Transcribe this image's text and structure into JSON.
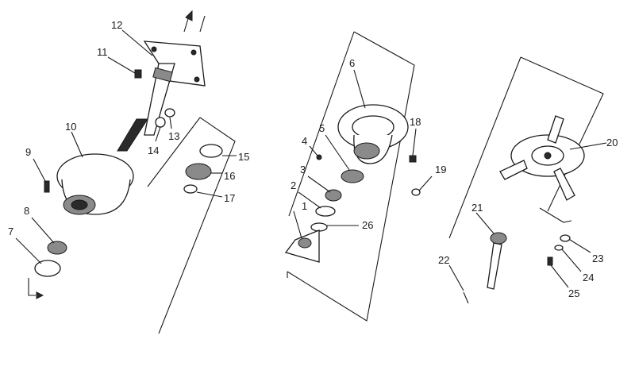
{
  "callouts": [
    {
      "num": "1"
    },
    {
      "num": "2"
    },
    {
      "num": "3"
    },
    {
      "num": "4"
    },
    {
      "num": "5"
    },
    {
      "num": "6"
    },
    {
      "num": "7"
    },
    {
      "num": "8"
    },
    {
      "num": "9"
    },
    {
      "num": "10"
    },
    {
      "num": "11"
    },
    {
      "num": "12"
    },
    {
      "num": "13"
    },
    {
      "num": "14"
    },
    {
      "num": "15"
    },
    {
      "num": "16"
    },
    {
      "num": "17"
    },
    {
      "num": "18"
    },
    {
      "num": "19"
    },
    {
      "num": "20"
    },
    {
      "num": "21"
    },
    {
      "num": "22"
    },
    {
      "num": "23"
    },
    {
      "num": "24"
    },
    {
      "num": "25"
    },
    {
      "num": "26"
    }
  ],
  "colors": {
    "ink": "#1a1a1a",
    "paper": "#ffffff"
  }
}
